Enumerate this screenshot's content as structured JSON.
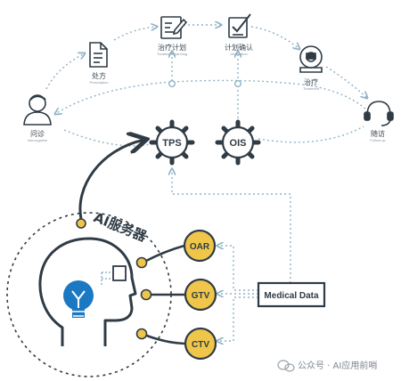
{
  "steps": {
    "consultation": {
      "zh": "问诊",
      "en": "Interrogation"
    },
    "prescription": {
      "zh": "处方",
      "en": "Prescription"
    },
    "treatment_plan": {
      "zh": "治疗计划",
      "en": "Treatment planning"
    },
    "plan_confirm": {
      "zh": "计划确认",
      "en": "Verification"
    },
    "treatment": {
      "zh": "治疗",
      "en": "Treatment"
    },
    "follow_up": {
      "zh": "随访",
      "en": "Follow-up"
    }
  },
  "gears": {
    "tps": "TPS",
    "ois": "OIS"
  },
  "ai_server": "AI服务器",
  "organs": {
    "oar": "OAR",
    "gtv": "GTV",
    "ctv": "CTV"
  },
  "medical_data": "Medical Data",
  "watermark": "公众号 · AI应用前哨",
  "colors": {
    "dark": "#2f3b45",
    "dotted": "#8fb3c7",
    "yellow": "#f0c64a",
    "bulb": "#1b78c2"
  }
}
